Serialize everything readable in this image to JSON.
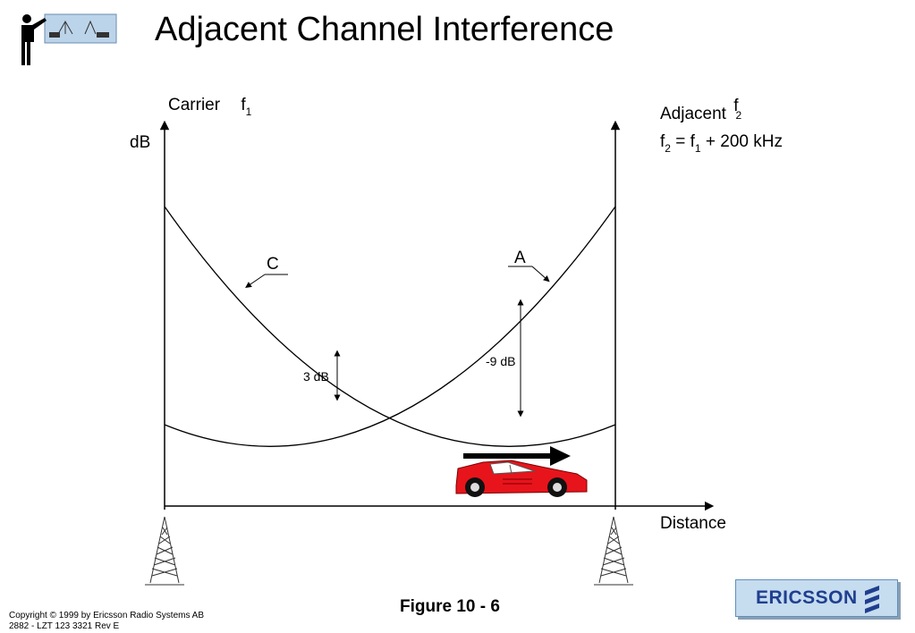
{
  "title": "Adjacent Channel Interference",
  "carrier": {
    "label": "Carrier",
    "f": "f",
    "sub": "1"
  },
  "adjacent": {
    "label": "Adjacent",
    "f": "f",
    "sub": "2"
  },
  "equation": {
    "f2": "f",
    "f2_sub": "2",
    "eq": " = f",
    "f1_sub": "1",
    "rest": " + 200 kHz"
  },
  "y_axis": "dB",
  "x_axis": "Distance",
  "curve_c": "C",
  "curve_a": "A",
  "gap_left": "3 dB",
  "gap_right": "-9 dB",
  "figure": "Figure  10 - 6",
  "copyright": "Copyright © 1999 by Ericsson Radio Systems AB",
  "doc_id": "2882 - LZT 123 3321 Rev E",
  "logo": "ERICSSON",
  "colors": {
    "car": "#e8141c",
    "logo_bg": "#c6dcef",
    "logo_text": "#1f3f8f"
  },
  "icons": [
    "presenter-icon",
    "radio-tower-icon",
    "car-icon",
    "ericsson-logo-icon"
  ]
}
